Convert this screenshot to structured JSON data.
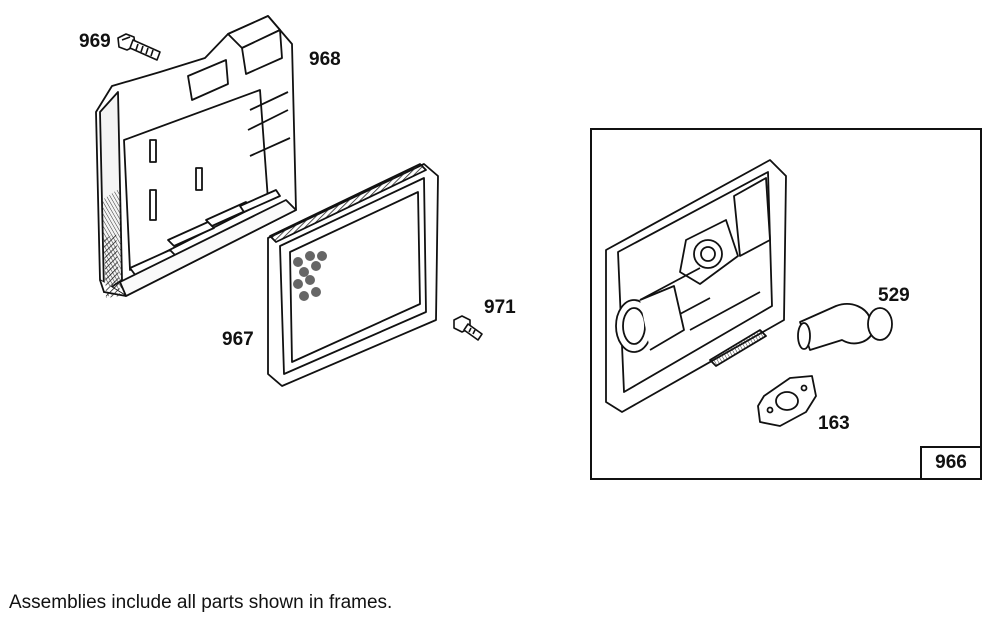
{
  "parts": {
    "p969": "969",
    "p968": "968",
    "p967": "967",
    "p971": "971",
    "p529": "529",
    "p163": "163"
  },
  "assembly_frame": {
    "label": "966"
  },
  "footnote": "Assemblies include all parts shown in frames.",
  "colors": {
    "line": "#111111",
    "background": "#ffffff",
    "shade": "#555555"
  }
}
